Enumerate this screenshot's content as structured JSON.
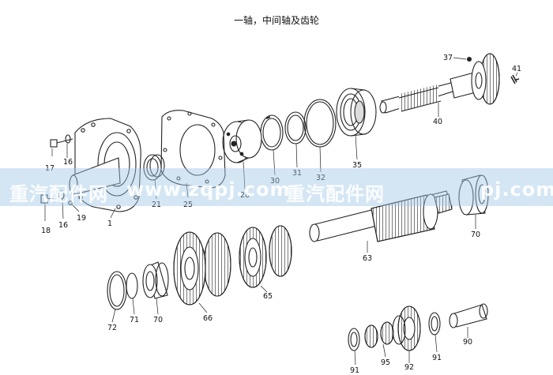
{
  "title": "一轴，中间轴及齿轮",
  "watermark": {
    "brand": "重汽配件网",
    "domain_full": "www.zqpj.com",
    "domain_partial": "pj.com"
  },
  "labels": {
    "p1": "1",
    "p16a": "16",
    "p16b": "16",
    "p17": "17",
    "p18": "18",
    "p19": "19",
    "p21": "21",
    "p25": "25",
    "p28": "28",
    "p30": "30",
    "p31": "31",
    "p32": "32",
    "p35": "35",
    "p37": "37",
    "p40": "40",
    "p41": "41",
    "p63": "63",
    "p65": "65",
    "p66": "66",
    "p70a": "70",
    "p70b": "70",
    "p71": "71",
    "p72": "72",
    "p90": "90",
    "p91a": "91",
    "p91b": "91",
    "p92": "92",
    "p95": "95"
  }
}
